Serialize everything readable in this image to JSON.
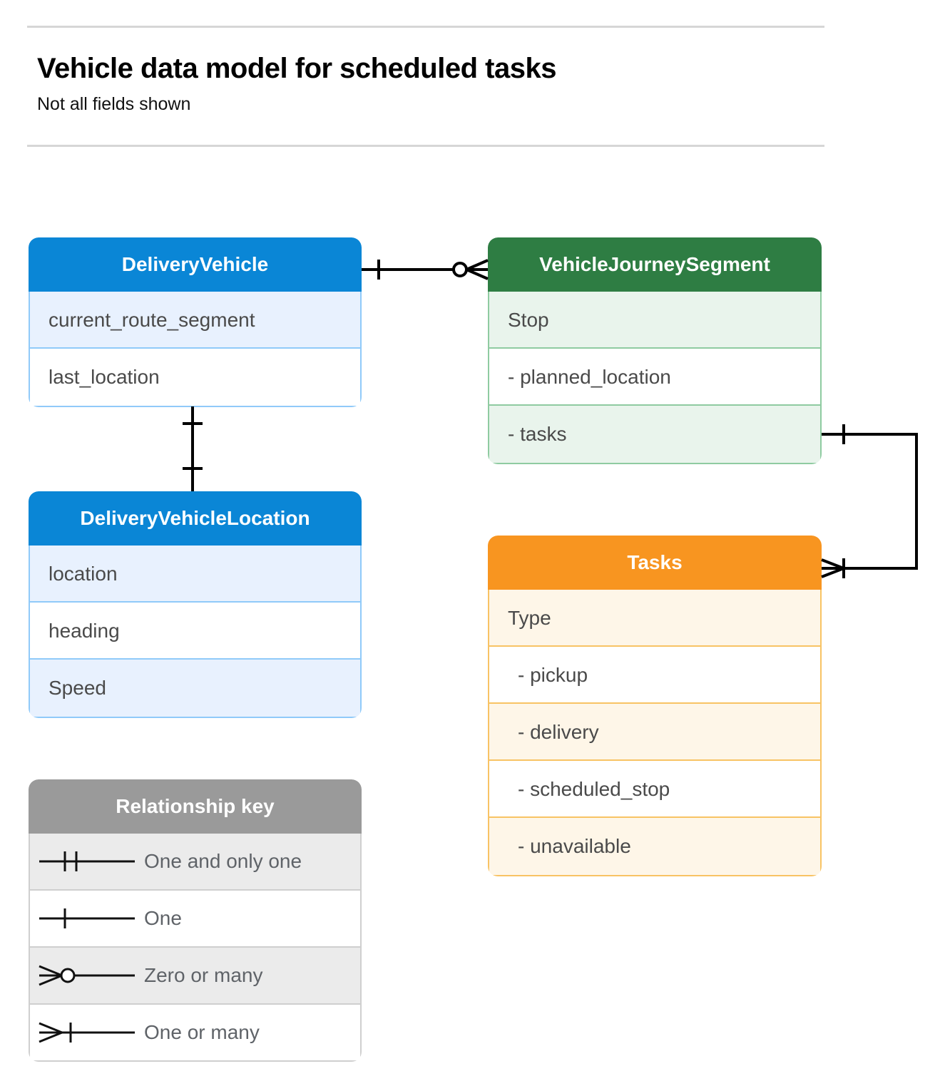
{
  "header": {
    "title": "Vehicle data model for scheduled tasks",
    "subtitle": "Not all fields shown"
  },
  "colors": {
    "blue_header": "#0a86d6",
    "blue_row_tint": "#e8f1fe",
    "blue_border": "#90caf9",
    "green_header": "#2e7d43",
    "green_row_tint": "#e9f4ec",
    "green_border": "#8fcba1",
    "orange_header": "#f89520",
    "orange_row_tint": "#fef6e8",
    "orange_border": "#f8c364",
    "gray_header": "#9a9a9a",
    "gray_row_tint": "#ebebeb",
    "rule": "#d6d6d6",
    "connector": "#000000"
  },
  "entities": {
    "delivery_vehicle": {
      "name": "DeliveryVehicle",
      "rows": [
        "current_route_segment",
        "last_location"
      ]
    },
    "delivery_vehicle_location": {
      "name": "DeliveryVehicleLocation",
      "rows": [
        "location",
        "heading",
        "Speed"
      ]
    },
    "vehicle_journey_segment": {
      "name": "VehicleJourneySegment",
      "rows": [
        "Stop",
        "-  planned_location",
        "- tasks"
      ]
    },
    "tasks": {
      "name": "Tasks",
      "rows": [
        "Type",
        "-  pickup",
        "-  delivery",
        "-  scheduled_stop",
        "-  unavailable"
      ]
    }
  },
  "legend": {
    "title": "Relationship key",
    "items": [
      {
        "symbol": "one-and-only-one",
        "label": "One and only one"
      },
      {
        "symbol": "one",
        "label": "One"
      },
      {
        "symbol": "zero-or-many",
        "label": "Zero or many"
      },
      {
        "symbol": "one-or-many",
        "label": "One or many"
      }
    ]
  },
  "relationships": [
    {
      "from": "DeliveryVehicle",
      "to": "VehicleJourneySegment",
      "from_cardinality": "One",
      "to_cardinality": "Zero or many"
    },
    {
      "from": "DeliveryVehicle",
      "to": "DeliveryVehicleLocation",
      "from_cardinality": "One",
      "to_cardinality": "One"
    },
    {
      "from": "VehicleJourneySegment.tasks",
      "to": "Tasks",
      "from_cardinality": "One",
      "to_cardinality": "One or many"
    }
  ]
}
